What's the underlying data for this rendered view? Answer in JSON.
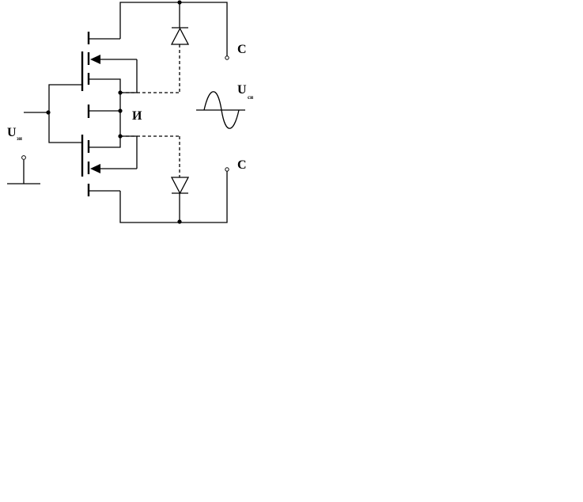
{
  "labels": {
    "drain_top": "C",
    "drain_bottom": "C",
    "source": "И",
    "u_left_main": "U",
    "u_left_sub": "зи",
    "u_right_main": "U",
    "u_right_sub": "си"
  }
}
